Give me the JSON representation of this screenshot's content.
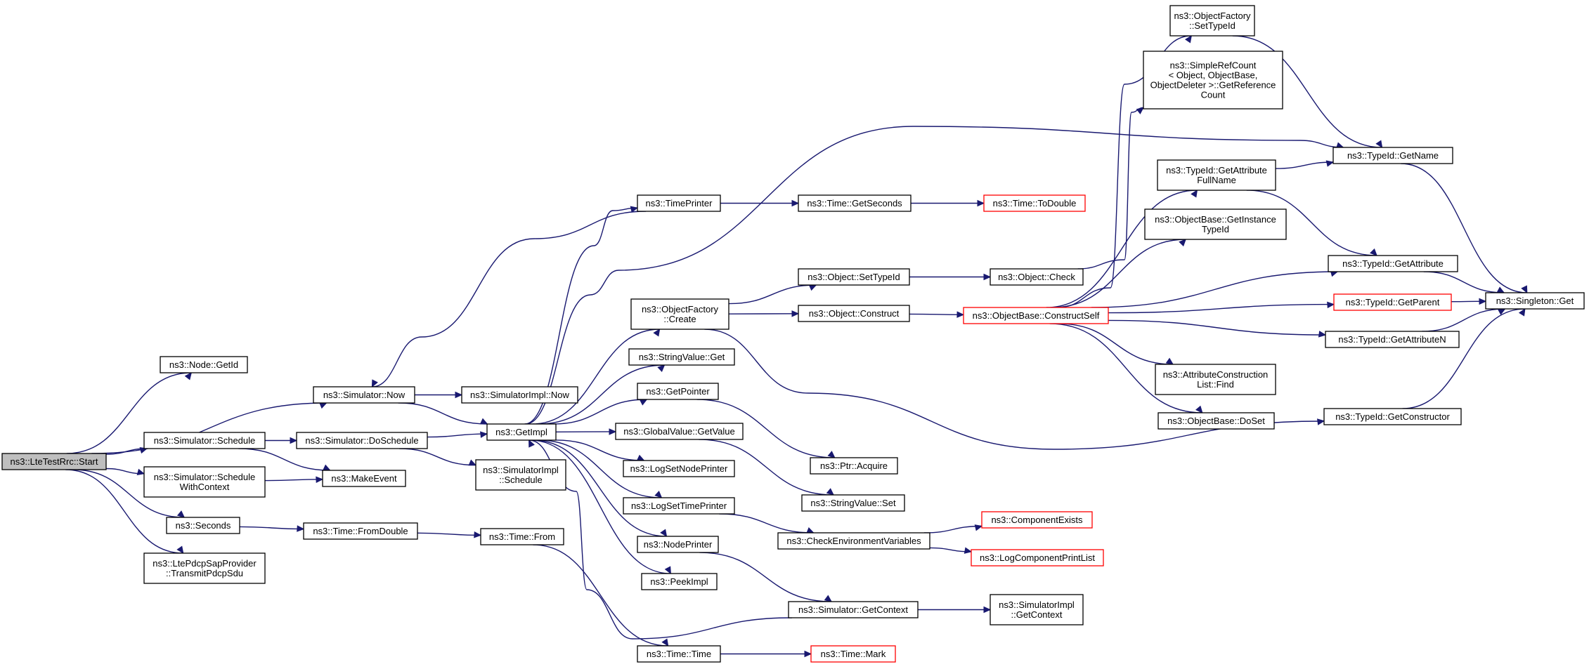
{
  "colors": {
    "edge": "#191970",
    "node_border": "#000000",
    "truncated_border": "#ff0000",
    "root_fill": "#bfbfbf",
    "node_fill": "#ffffff"
  },
  "nodes": [
    {
      "id": "lte_start",
      "lines": [
        "ns3::LteTestRrc::Start"
      ],
      "style": "root"
    },
    {
      "id": "node_getid",
      "lines": [
        "ns3::Node::GetId"
      ]
    },
    {
      "id": "sim_now",
      "lines": [
        "ns3::Simulator::Now"
      ]
    },
    {
      "id": "sim_schedule",
      "lines": [
        "ns3::Simulator::Schedule"
      ]
    },
    {
      "id": "sim_schedule_ctx",
      "lines": [
        "ns3::Simulator::Schedule",
        "WithContext"
      ]
    },
    {
      "id": "seconds",
      "lines": [
        "ns3::Seconds"
      ]
    },
    {
      "id": "transmit_pdcp",
      "lines": [
        "ns3::LtePdcpSapProvider",
        "::TransmitPdcpSdu"
      ]
    },
    {
      "id": "simimpl_now",
      "lines": [
        "ns3::SimulatorImpl::Now"
      ]
    },
    {
      "id": "sim_doschedule",
      "lines": [
        "ns3::Simulator::DoSchedule"
      ]
    },
    {
      "id": "make_event",
      "lines": [
        "ns3::MakeEvent"
      ]
    },
    {
      "id": "simimpl_schedule",
      "lines": [
        "ns3::SimulatorImpl",
        "::Schedule"
      ]
    },
    {
      "id": "time_fromdouble",
      "lines": [
        "ns3::Time::FromDouble"
      ]
    },
    {
      "id": "get_impl",
      "lines": [
        "ns3::GetImpl"
      ]
    },
    {
      "id": "time_from",
      "lines": [
        "ns3::Time::From"
      ]
    },
    {
      "id": "time_printer",
      "lines": [
        "ns3::TimePrinter"
      ]
    },
    {
      "id": "objfactory_create",
      "lines": [
        "ns3::ObjectFactory",
        "::Create"
      ]
    },
    {
      "id": "stringvalue_get",
      "lines": [
        "ns3::StringValue::Get"
      ]
    },
    {
      "id": "get_pointer",
      "lines": [
        "ns3::GetPointer"
      ]
    },
    {
      "id": "globalvalue_getvalue",
      "lines": [
        "ns3::GlobalValue::GetValue"
      ]
    },
    {
      "id": "log_set_node_printer",
      "lines": [
        "ns3::LogSetNodePrinter"
      ]
    },
    {
      "id": "log_set_time_printer",
      "lines": [
        "ns3::LogSetTimePrinter"
      ]
    },
    {
      "id": "node_printer",
      "lines": [
        "ns3::NodePrinter"
      ]
    },
    {
      "id": "peek_impl",
      "lines": [
        "ns3::PeekImpl"
      ]
    },
    {
      "id": "time_time",
      "lines": [
        "ns3::Time::Time"
      ]
    },
    {
      "id": "time_getseconds",
      "lines": [
        "ns3::Time::GetSeconds"
      ]
    },
    {
      "id": "object_settypeid",
      "lines": [
        "ns3::Object::SetTypeId"
      ]
    },
    {
      "id": "object_construct",
      "lines": [
        "ns3::Object::Construct"
      ]
    },
    {
      "id": "ptr_acquire",
      "lines": [
        "ns3::Ptr::Acquire"
      ]
    },
    {
      "id": "stringvalue_set",
      "lines": [
        "ns3::StringValue::Set"
      ]
    },
    {
      "id": "check_env_vars",
      "lines": [
        "ns3::CheckEnvironmentVariables"
      ]
    },
    {
      "id": "sim_getcontext",
      "lines": [
        "ns3::Simulator::GetContext"
      ]
    },
    {
      "id": "time_mark",
      "lines": [
        "ns3::Time::Mark"
      ],
      "style": "truncated"
    },
    {
      "id": "time_todouble",
      "lines": [
        "ns3::Time::ToDouble"
      ],
      "style": "truncated"
    },
    {
      "id": "object_check",
      "lines": [
        "ns3::Object::Check"
      ]
    },
    {
      "id": "objbase_constructself",
      "lines": [
        "ns3::ObjectBase::ConstructSelf"
      ],
      "style": "truncated"
    },
    {
      "id": "component_exists",
      "lines": [
        "ns3::ComponentExists"
      ],
      "style": "truncated"
    },
    {
      "id": "log_component_printlist",
      "lines": [
        "ns3::LogComponentPrintList"
      ],
      "style": "truncated"
    },
    {
      "id": "simimpl_getcontext",
      "lines": [
        "ns3::SimulatorImpl",
        "::GetContext"
      ]
    },
    {
      "id": "objfactory_settypeid",
      "lines": [
        "ns3::ObjectFactory",
        "::SetTypeId"
      ]
    },
    {
      "id": "simplerefcount",
      "lines": [
        "ns3::SimpleRefCount",
        "< Object, ObjectBase,",
        "ObjectDeleter >::GetReference",
        "Count"
      ]
    },
    {
      "id": "typeid_getattr_fullname",
      "lines": [
        "ns3::TypeId::GetAttribute",
        "FullName"
      ]
    },
    {
      "id": "objbase_getinstancetypeid",
      "lines": [
        "ns3::ObjectBase::GetInstance",
        "TypeId"
      ]
    },
    {
      "id": "attr_construction_find",
      "lines": [
        "ns3::AttributeConstruction",
        "List::Find"
      ]
    },
    {
      "id": "objbase_doset",
      "lines": [
        "ns3::ObjectBase::DoSet"
      ]
    },
    {
      "id": "typeid_getname",
      "lines": [
        "ns3::TypeId::GetName"
      ]
    },
    {
      "id": "typeid_getattribute",
      "lines": [
        "ns3::TypeId::GetAttribute"
      ]
    },
    {
      "id": "typeid_getparent",
      "lines": [
        "ns3::TypeId::GetParent"
      ],
      "style": "truncated"
    },
    {
      "id": "typeid_getattributen",
      "lines": [
        "ns3::TypeId::GetAttributeN"
      ]
    },
    {
      "id": "typeid_getconstructor",
      "lines": [
        "ns3::TypeId::GetConstructor"
      ]
    },
    {
      "id": "singleton_get",
      "lines": [
        "ns3::Singleton::Get"
      ]
    }
  ],
  "edges": [
    [
      "lte_start",
      "node_getid"
    ],
    [
      "lte_start",
      "sim_now"
    ],
    [
      "lte_start",
      "sim_schedule"
    ],
    [
      "lte_start",
      "sim_schedule_ctx"
    ],
    [
      "lte_start",
      "seconds"
    ],
    [
      "lte_start",
      "transmit_pdcp"
    ],
    [
      "sim_now",
      "simimpl_now"
    ],
    [
      "sim_now",
      "get_impl"
    ],
    [
      "sim_schedule",
      "sim_doschedule"
    ],
    [
      "sim_schedule",
      "make_event"
    ],
    [
      "sim_schedule_ctx",
      "make_event"
    ],
    [
      "sim_doschedule",
      "get_impl"
    ],
    [
      "sim_doschedule",
      "simimpl_schedule"
    ],
    [
      "seconds",
      "time_fromdouble"
    ],
    [
      "time_fromdouble",
      "time_from"
    ],
    [
      "time_from",
      "time_time"
    ],
    [
      "get_impl",
      "time_printer"
    ],
    [
      "get_impl",
      "objfactory_create"
    ],
    [
      "get_impl",
      "stringvalue_get"
    ],
    [
      "get_impl",
      "get_pointer"
    ],
    [
      "get_impl",
      "globalvalue_getvalue"
    ],
    [
      "get_impl",
      "log_set_node_printer"
    ],
    [
      "get_impl",
      "log_set_time_printer"
    ],
    [
      "get_impl",
      "node_printer"
    ],
    [
      "get_impl",
      "peek_impl"
    ],
    [
      "get_impl",
      "typeid_getname"
    ],
    [
      "time_printer",
      "sim_now"
    ],
    [
      "time_printer",
      "time_getseconds"
    ],
    [
      "time_getseconds",
      "time_todouble"
    ],
    [
      "objfactory_create",
      "object_settypeid"
    ],
    [
      "objfactory_create",
      "object_construct"
    ],
    [
      "objfactory_create",
      "typeid_getconstructor"
    ],
    [
      "object_settypeid",
      "object_check"
    ],
    [
      "object_construct",
      "objbase_constructself"
    ],
    [
      "object_check",
      "simplerefcount"
    ],
    [
      "get_pointer",
      "ptr_acquire"
    ],
    [
      "globalvalue_getvalue",
      "stringvalue_set"
    ],
    [
      "log_set_time_printer",
      "check_env_vars"
    ],
    [
      "check_env_vars",
      "component_exists"
    ],
    [
      "check_env_vars",
      "log_component_printlist"
    ],
    [
      "node_printer",
      "sim_getcontext"
    ],
    [
      "sim_getcontext",
      "simimpl_getcontext"
    ],
    [
      "sim_getcontext",
      "get_impl"
    ],
    [
      "time_time",
      "time_mark"
    ],
    [
      "objbase_constructself",
      "objfactory_settypeid"
    ],
    [
      "objbase_constructself",
      "typeid_getattr_fullname"
    ],
    [
      "objbase_constructself",
      "objbase_getinstancetypeid"
    ],
    [
      "objbase_constructself",
      "typeid_getattribute"
    ],
    [
      "objbase_constructself",
      "typeid_getparent"
    ],
    [
      "objbase_constructself",
      "typeid_getattributen"
    ],
    [
      "objbase_constructself",
      "attr_construction_find"
    ],
    [
      "objbase_constructself",
      "objbase_doset"
    ],
    [
      "objfactory_settypeid",
      "typeid_getname"
    ],
    [
      "typeid_getattr_fullname",
      "typeid_getname"
    ],
    [
      "typeid_getattr_fullname",
      "typeid_getattribute"
    ],
    [
      "typeid_getname",
      "singleton_get"
    ],
    [
      "typeid_getattribute",
      "singleton_get"
    ],
    [
      "typeid_getparent",
      "singleton_get"
    ],
    [
      "typeid_getattributen",
      "singleton_get"
    ],
    [
      "typeid_getconstructor",
      "singleton_get"
    ]
  ]
}
